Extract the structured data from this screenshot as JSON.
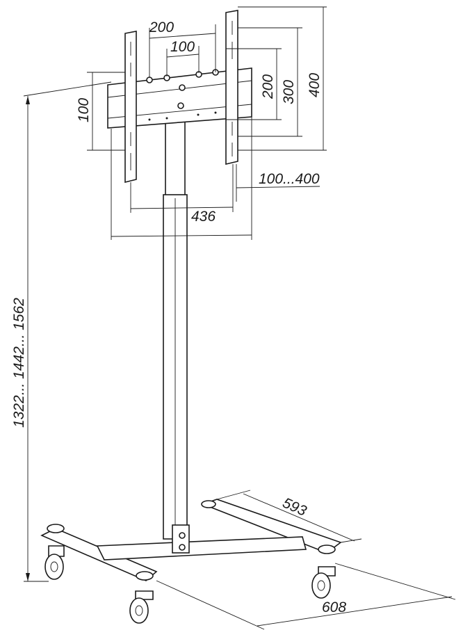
{
  "title": "Mobile TV stand dimension drawing",
  "dimensions": {
    "vesa_h_200": "200",
    "vesa_h_100": "100",
    "vesa_v_200": "200",
    "vesa_v_300": "300",
    "vesa_v_400": "400",
    "plate_height_100": "100",
    "rail_range": "100...400",
    "width_436": "436",
    "height_range": "1322... 1442... 1562",
    "base_depth": "593",
    "base_width": "608"
  },
  "colors": {
    "line": "#1a1a1a",
    "background": "#ffffff"
  }
}
